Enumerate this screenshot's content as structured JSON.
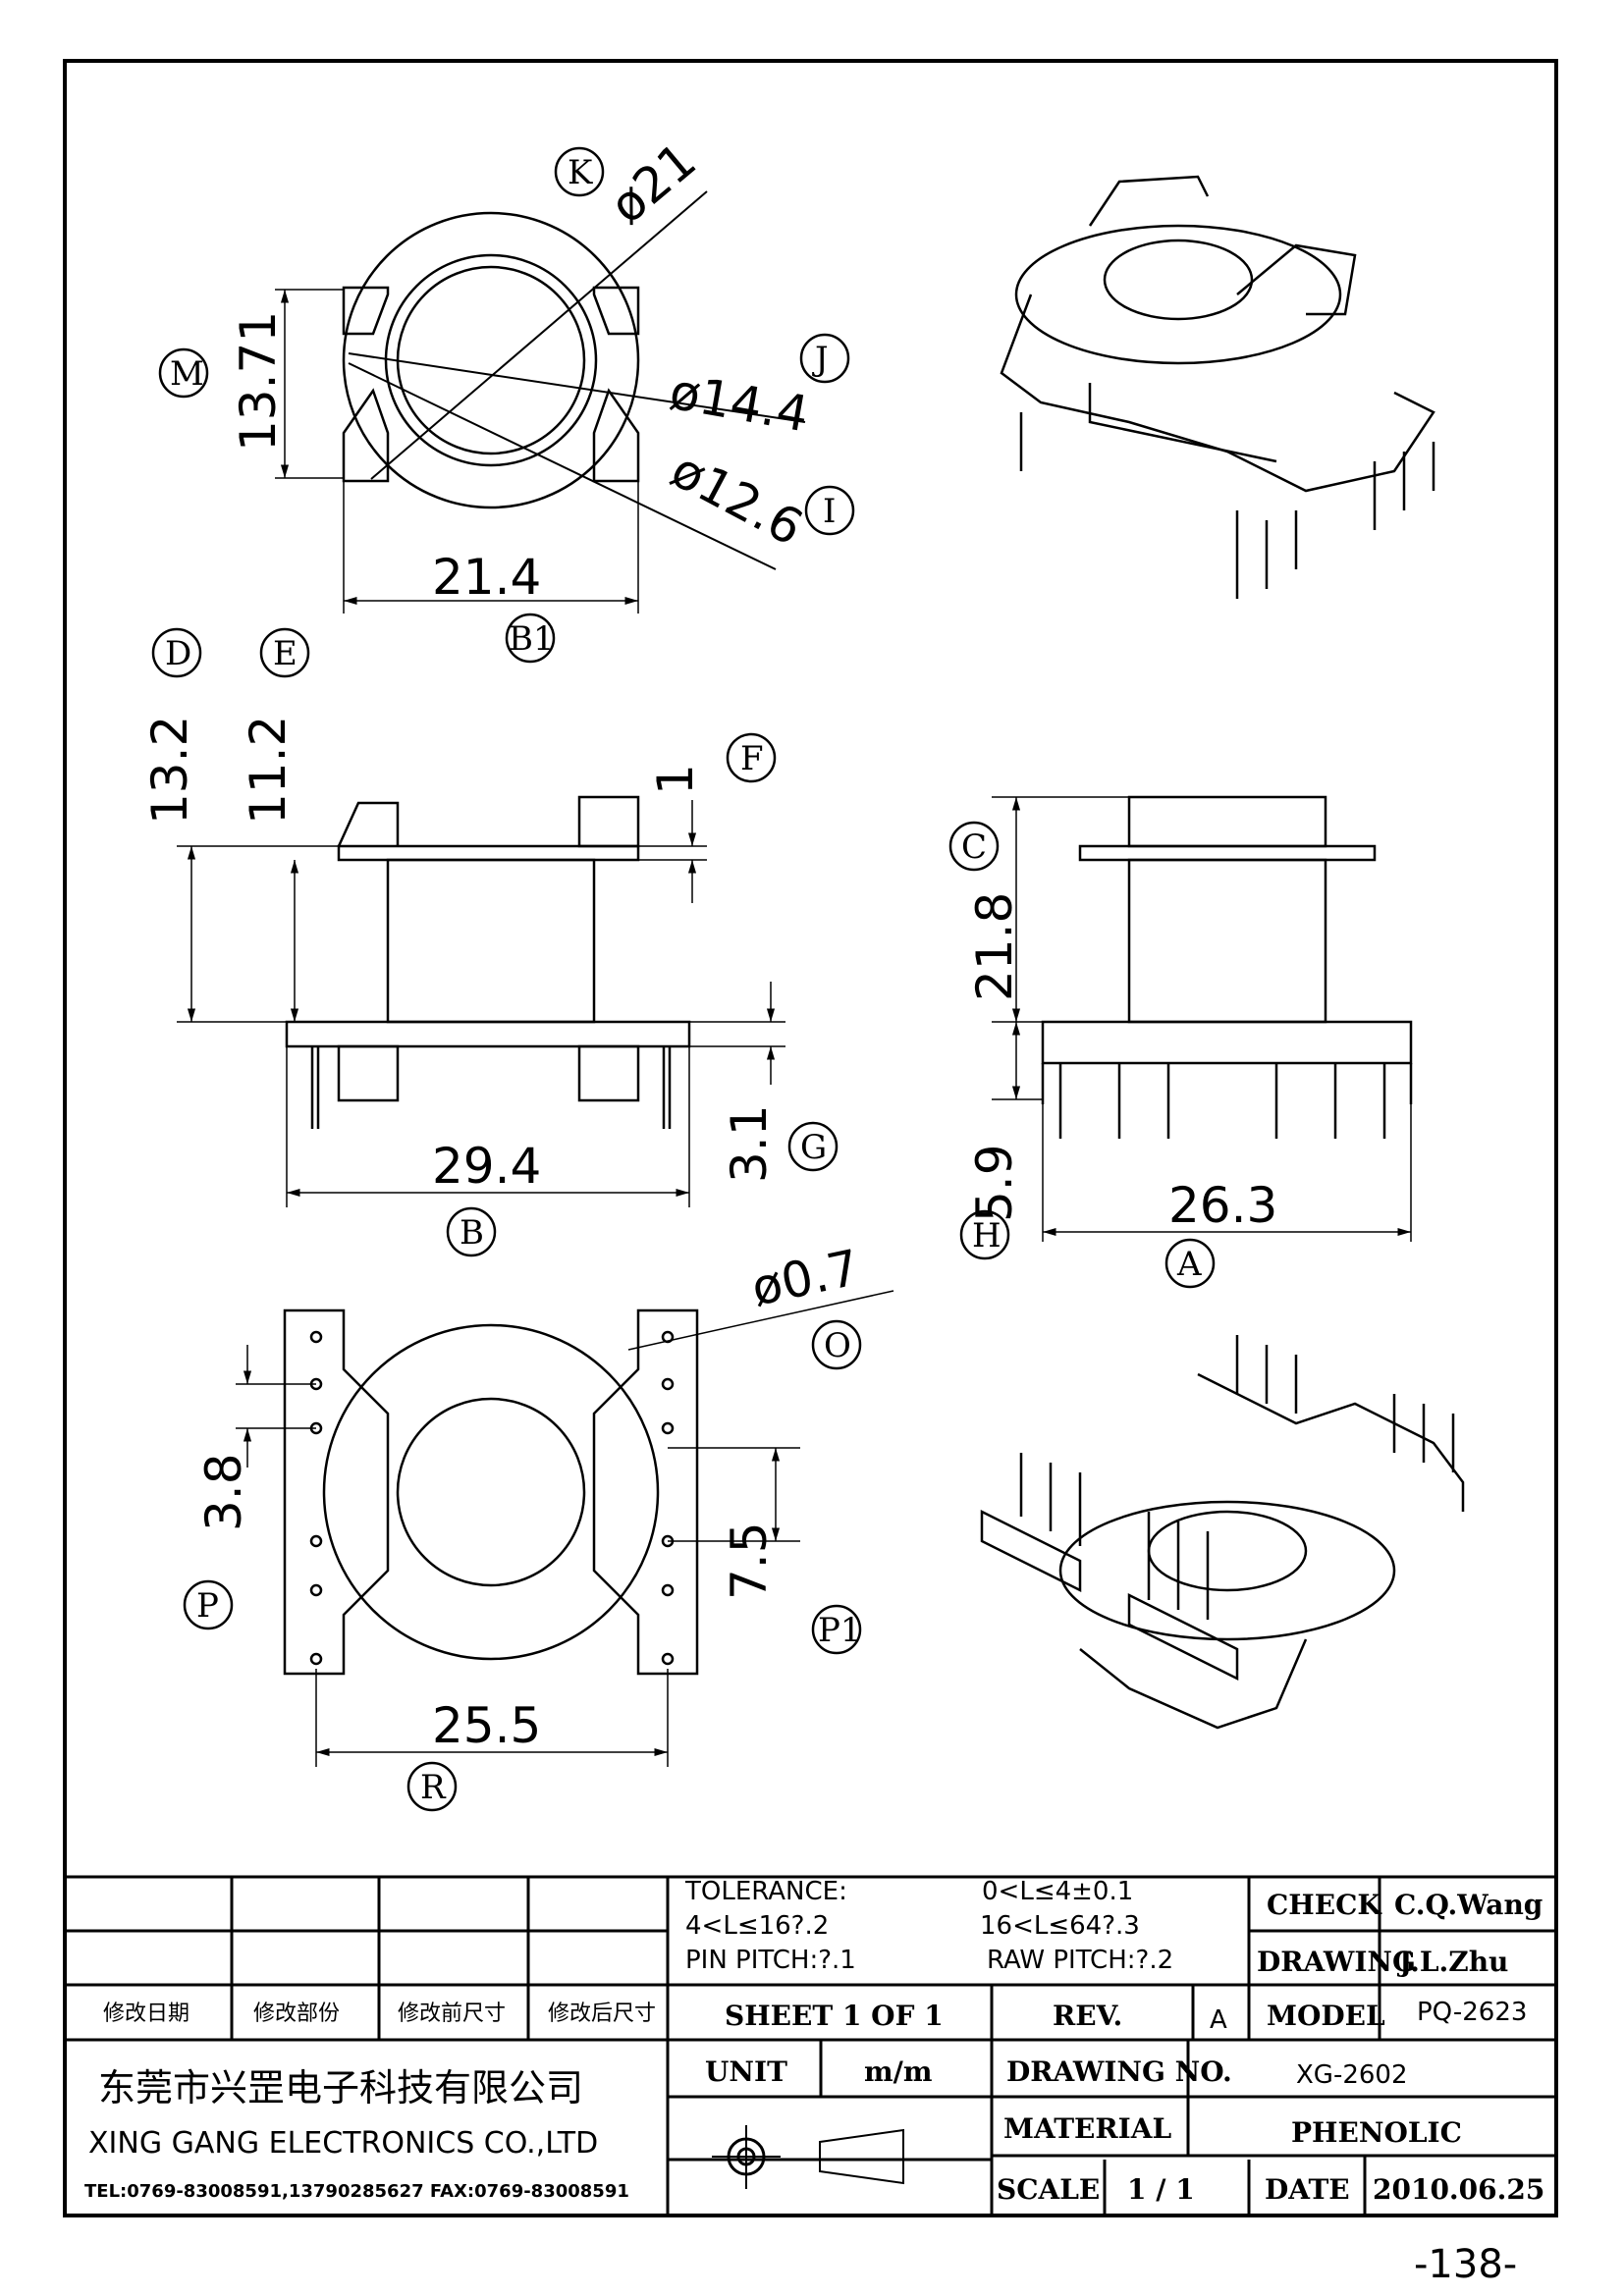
{
  "dimensions": {
    "d21": "ø21",
    "d14_4": "ø14.4",
    "d12_6": "ø12.6",
    "h13_71": "13.71",
    "w21_4": "21.4",
    "h13_2": "13.2",
    "h11_2": "11.2",
    "t1": "1",
    "h3_1": "3.1",
    "w29_4": "29.4",
    "h21_8": "21.8",
    "h5_9": "5.9",
    "w26_3": "26.3",
    "d0_7": "ø0.7",
    "p3_8": "3.8",
    "p7_5": "7.5",
    "w25_5": "25.5"
  },
  "labels": {
    "K": "K",
    "M": "M",
    "J": "J",
    "I": "I",
    "B1": "B1",
    "D": "D",
    "E": "E",
    "F": "F",
    "G": "G",
    "B": "B",
    "C": "C",
    "H": "H",
    "A": "A",
    "O": "O",
    "P": "P",
    "P1": "P1",
    "R": "R"
  },
  "title_block": {
    "tolerance": "TOLERANCE:",
    "tol1": "0<L≤4±0.1",
    "tol2": "4<L≤16?.2",
    "tol3": "16<L≤64?.3",
    "pin_pitch": "PIN PITCH:?.1",
    "raw_pitch": "RAW PITCH:?.2",
    "check_label": "CHECK",
    "check_value": "C.Q.Wang",
    "drawing_label": "DRAWING",
    "drawing_value": "J.L.Zhu",
    "rev_date": "修改日期",
    "rev_part": "修改部份",
    "rev_before": "修改前尺寸",
    "rev_after": "修改后尺寸",
    "sheet": "SHEET 1 OF 1",
    "rev_label": "REV.",
    "rev_value": "A",
    "model_label": "MODEL",
    "model_value": "PQ-2623",
    "company_cn": "东莞市兴罡电子科技有限公司",
    "company_en": "XING GANG ELECTRONICS CO.,LTD",
    "contact": "TEL:0769-83008591,13790285627 FAX:0769-83008591",
    "unit_label": "UNIT",
    "unit_value": "m/m",
    "drawing_no_label": "DRAWING NO.",
    "drawing_no_value": "XG-2602",
    "material_label": "MATERIAL",
    "material_value": "PHENOLIC",
    "scale_label": "SCALE",
    "scale_value": "1 / 1",
    "date_label": "DATE",
    "date_value": "2010.06.25"
  },
  "page_number": "-138-"
}
